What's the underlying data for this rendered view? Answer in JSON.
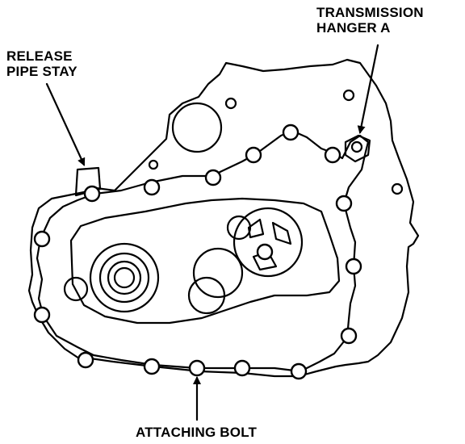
{
  "labels": {
    "transmission_hanger": [
      "TRANSMISSION",
      "HANGER A"
    ],
    "release_pipe_stay": [
      "RELEASE",
      "PIPE STAY"
    ],
    "attaching_bolt": "ATTACHING BOLT"
  },
  "colors": {
    "ink": "#000000",
    "paper": "#ffffff"
  }
}
